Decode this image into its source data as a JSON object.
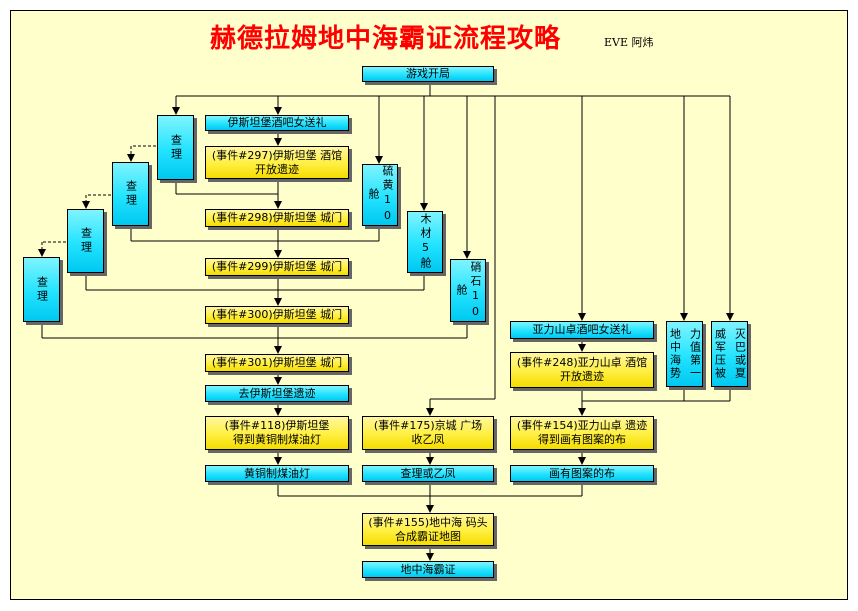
{
  "title": "赫德拉姆地中海霸证流程攻略",
  "author": "EVE 阿炜",
  "nodes": {
    "start": "游戏开局",
    "ist_bar_gift": "伊斯坦堡酒吧女送礼",
    "ev297": "(事件#297)伊斯坦堡 酒馆\n开放遗迹",
    "ev298": "(事件#298)伊斯坦堡 城门",
    "ev299": "(事件#299)伊斯坦堡 城门",
    "ev300": "(事件#300)伊斯坦堡 城门",
    "ev301": "(事件#301)伊斯坦堡 城门",
    "goto_ruins": "去伊斯坦堡遗迹",
    "ev118": "(事件#118)伊斯坦堡\n得到黄铜制煤油灯",
    "brass_lamp": "黄铜制煤油灯",
    "investigate1": "查理",
    "investigate2": "查理",
    "investigate3": "查理",
    "investigate4": "查理",
    "sulfur": "硫黄10舱",
    "wood": "木材5舱",
    "saltpeter": "硝石10舱",
    "ev175": "(事件#175)京城 广场\n收乙凤",
    "charlie_or_yifeng": "查理或乙凤",
    "alex_bar_gift": "亚力山卓酒吧女送礼",
    "ev248": "(事件#248)亚力山卓 酒馆\n开放遗迹",
    "ev154": "(事件#154)亚力山卓 遗迹\n得到画有图案的布",
    "patterned_cloth": "画有图案的布",
    "power_col1": "力值第一",
    "power_col2": "地中海势",
    "barb_col1": "灭巴或夏",
    "barb_col2": "威军压被",
    "ev155": "(事件#155)地中海 码头\n合成霸证地图",
    "med_cert": "地中海霸证"
  },
  "colors": {
    "title": "#ff0000",
    "background": "#ffffcc",
    "cyan": "#22e3ff",
    "yellow": "#ffef40"
  }
}
